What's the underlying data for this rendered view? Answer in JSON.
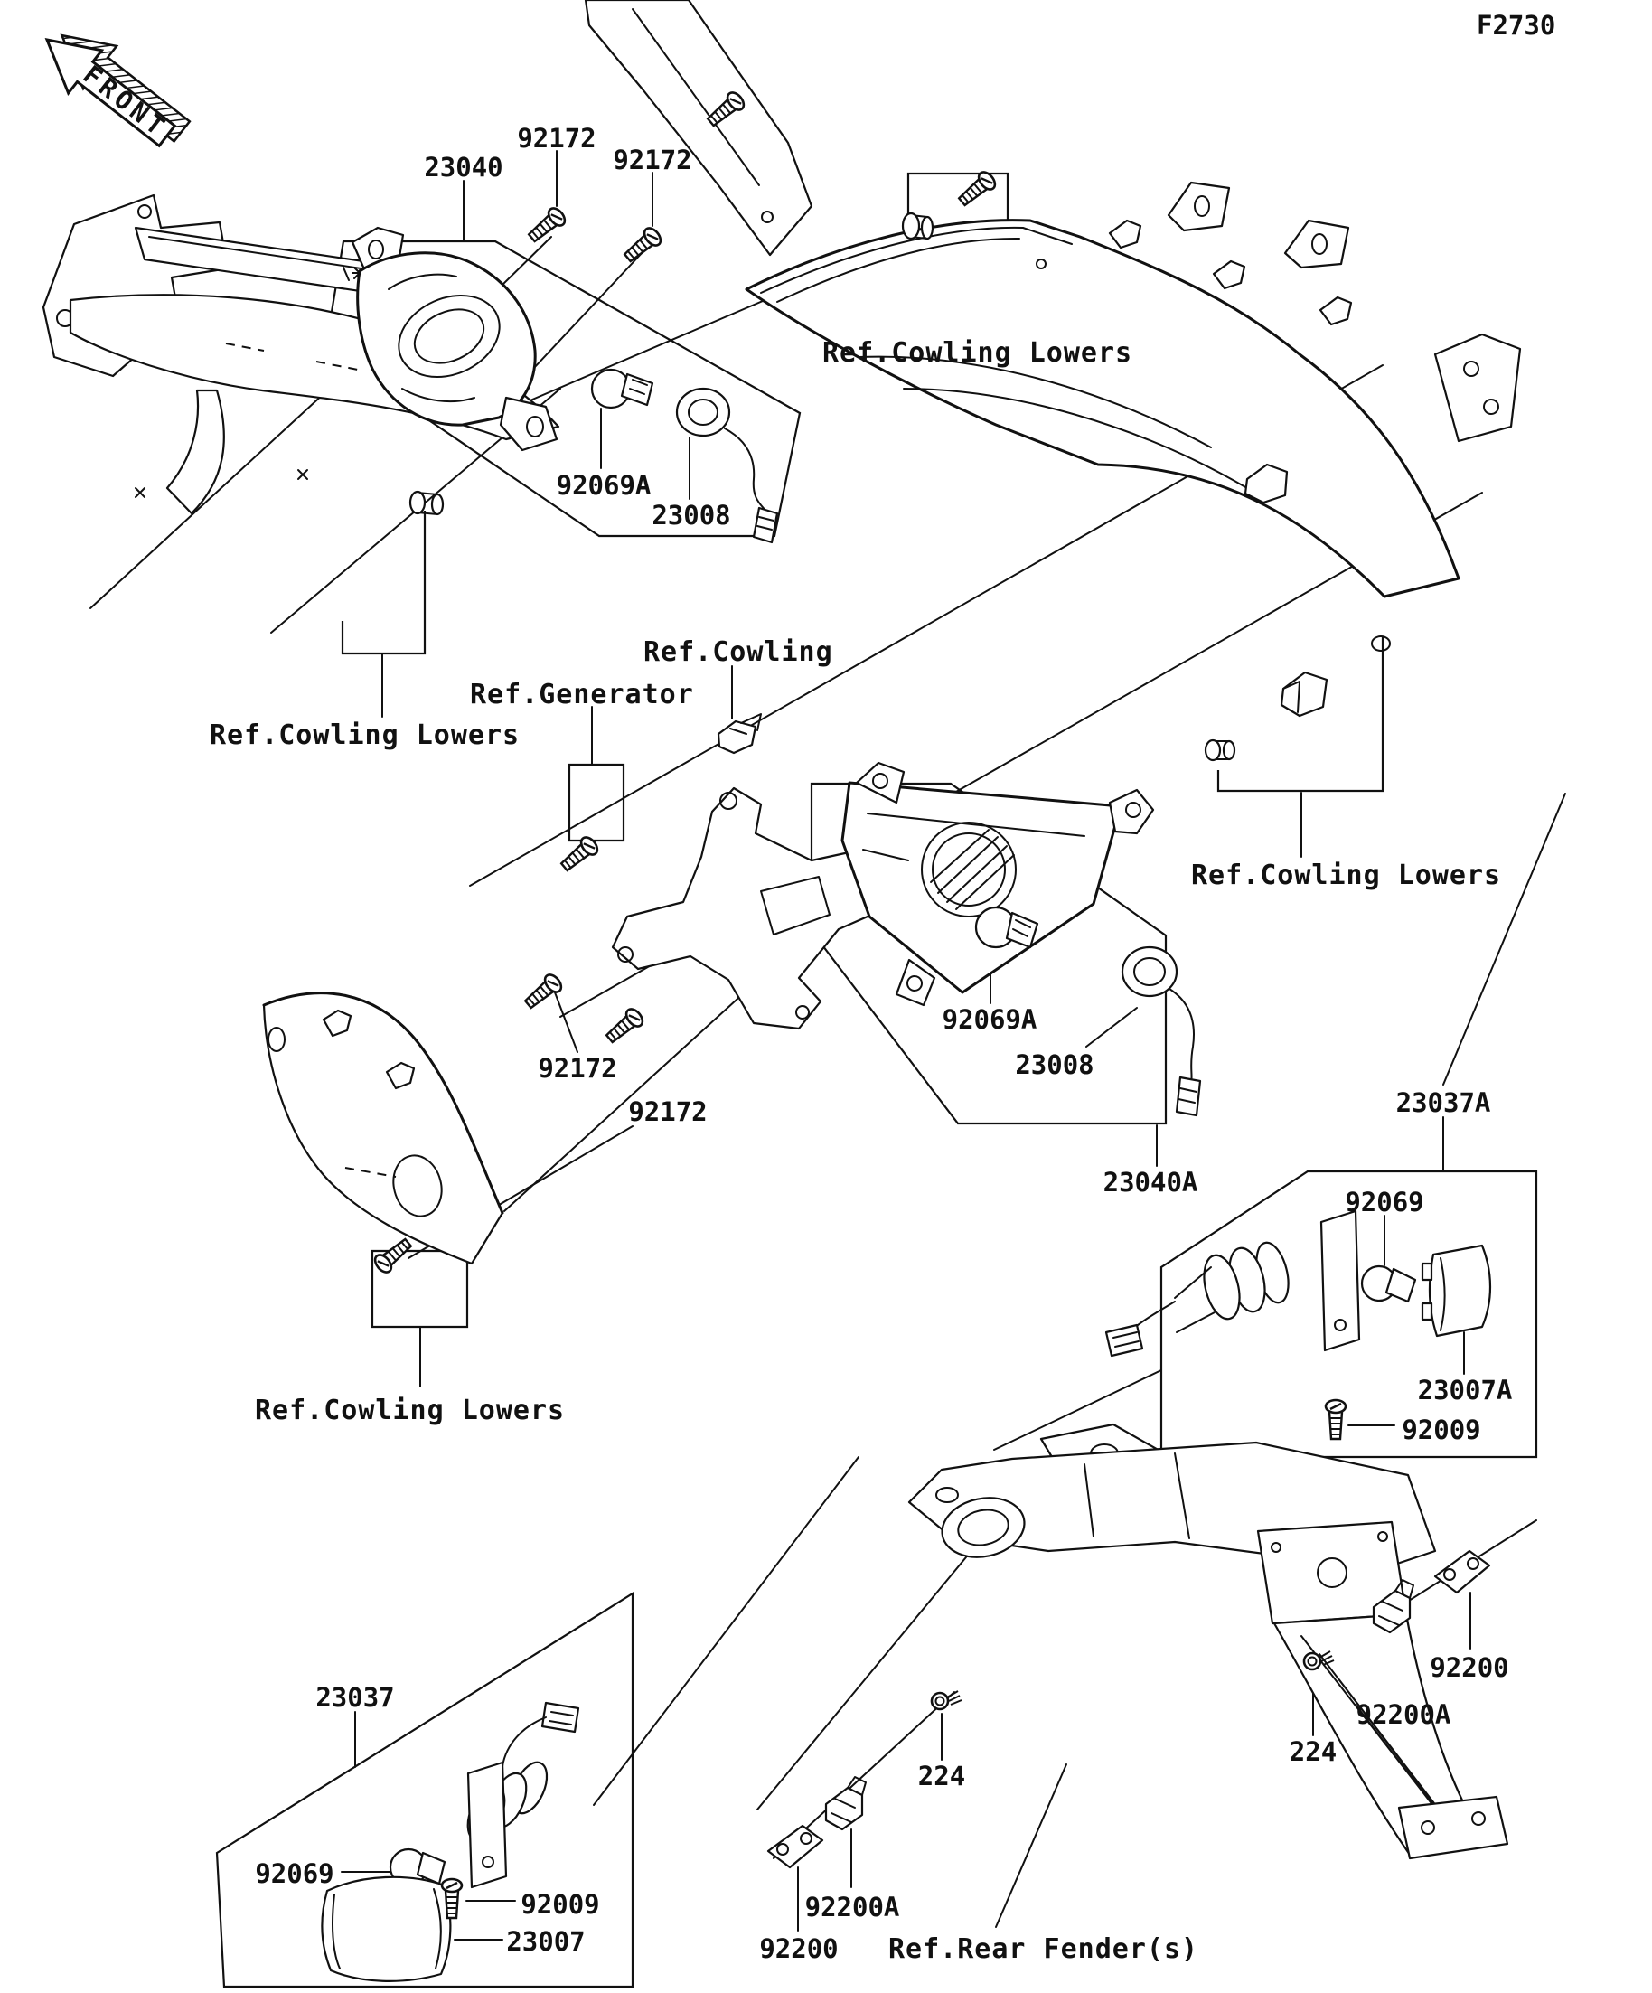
{
  "figure": {
    "code": "F2730",
    "front_arrow": "FRONT"
  },
  "colors": {
    "ink": "#111111",
    "paper": "#ffffff"
  },
  "labels": [
    {
      "name": "figure-code",
      "text": "F2730"
    },
    {
      "name": "front-arrow-text",
      "text": "FRONT"
    },
    {
      "name": "part-23040",
      "text": "23040"
    },
    {
      "name": "part-92172-top-1",
      "text": "92172"
    },
    {
      "name": "part-92172-top-2",
      "text": "92172"
    },
    {
      "name": "ref-cowling-lowers-top",
      "text": "Ref.Cowling Lowers"
    },
    {
      "name": "part-92069A-top",
      "text": "92069A"
    },
    {
      "name": "part-23008-top",
      "text": "23008"
    },
    {
      "name": "ref-cowling-lowers-left",
      "text": "Ref.Cowling Lowers"
    },
    {
      "name": "ref-cowling",
      "text": "Ref.Cowling"
    },
    {
      "name": "ref-generator",
      "text": "Ref.Generator"
    },
    {
      "name": "ref-cowling-lowers-right",
      "text": "Ref.Cowling Lowers"
    },
    {
      "name": "part-92172-mid-1",
      "text": "92172"
    },
    {
      "name": "part-92172-mid-2",
      "text": "92172"
    },
    {
      "name": "part-92069A-mid",
      "text": "92069A"
    },
    {
      "name": "part-23008-mid",
      "text": "23008"
    },
    {
      "name": "part-23040A",
      "text": "23040A"
    },
    {
      "name": "part-23037A",
      "text": "23037A"
    },
    {
      "name": "part-92069-right",
      "text": "92069"
    },
    {
      "name": "part-23007A",
      "text": "23007A"
    },
    {
      "name": "part-92009-right",
      "text": "92009"
    },
    {
      "name": "ref-cowling-lowers-bottomleft",
      "text": "Ref.Cowling Lowers"
    },
    {
      "name": "part-23037",
      "text": "23037"
    },
    {
      "name": "part-92069-left",
      "text": "92069"
    },
    {
      "name": "part-92009-left",
      "text": "92009"
    },
    {
      "name": "part-23007",
      "text": "23007"
    },
    {
      "name": "part-224-right",
      "text": "224"
    },
    {
      "name": "part-92200-right",
      "text": "92200"
    },
    {
      "name": "part-92200A-right",
      "text": "92200A"
    },
    {
      "name": "part-224-bottom",
      "text": "224"
    },
    {
      "name": "part-92200A-bottom",
      "text": "92200A"
    },
    {
      "name": "part-92200-bottom",
      "text": "92200"
    },
    {
      "name": "ref-rear-fender",
      "text": "Ref.Rear Fender(s)"
    }
  ]
}
